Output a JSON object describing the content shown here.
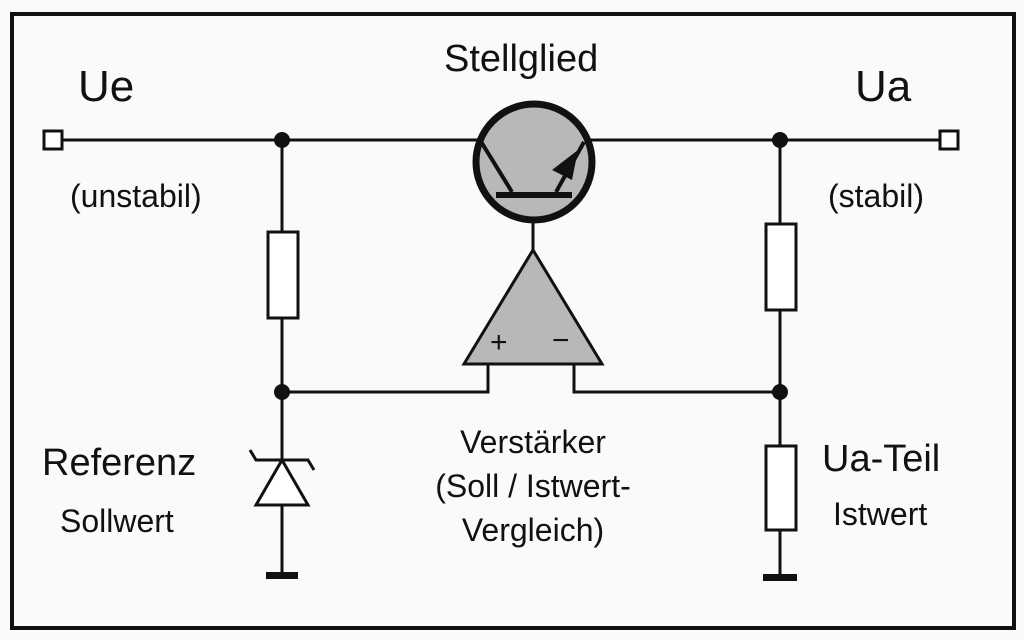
{
  "labels": {
    "ue": "Ue",
    "ue_note": "(unstabil)",
    "ua": "Ua",
    "ua_note": "(stabil)",
    "stellglied": "Stellglied",
    "referenz": "Referenz",
    "sollwert": "Sollwert",
    "verstaerker_line1": "Verstärker",
    "verstaerker_line2": "(Soll / Istwert-",
    "verstaerker_line3": "Vergleich)",
    "ua_teil": "Ua-Teil",
    "istwert": "Istwert",
    "plus": "+",
    "minus": "−"
  },
  "colors": {
    "ink": "#111111",
    "fill_gray": "#b8b8b8",
    "background": "#fafafa"
  }
}
